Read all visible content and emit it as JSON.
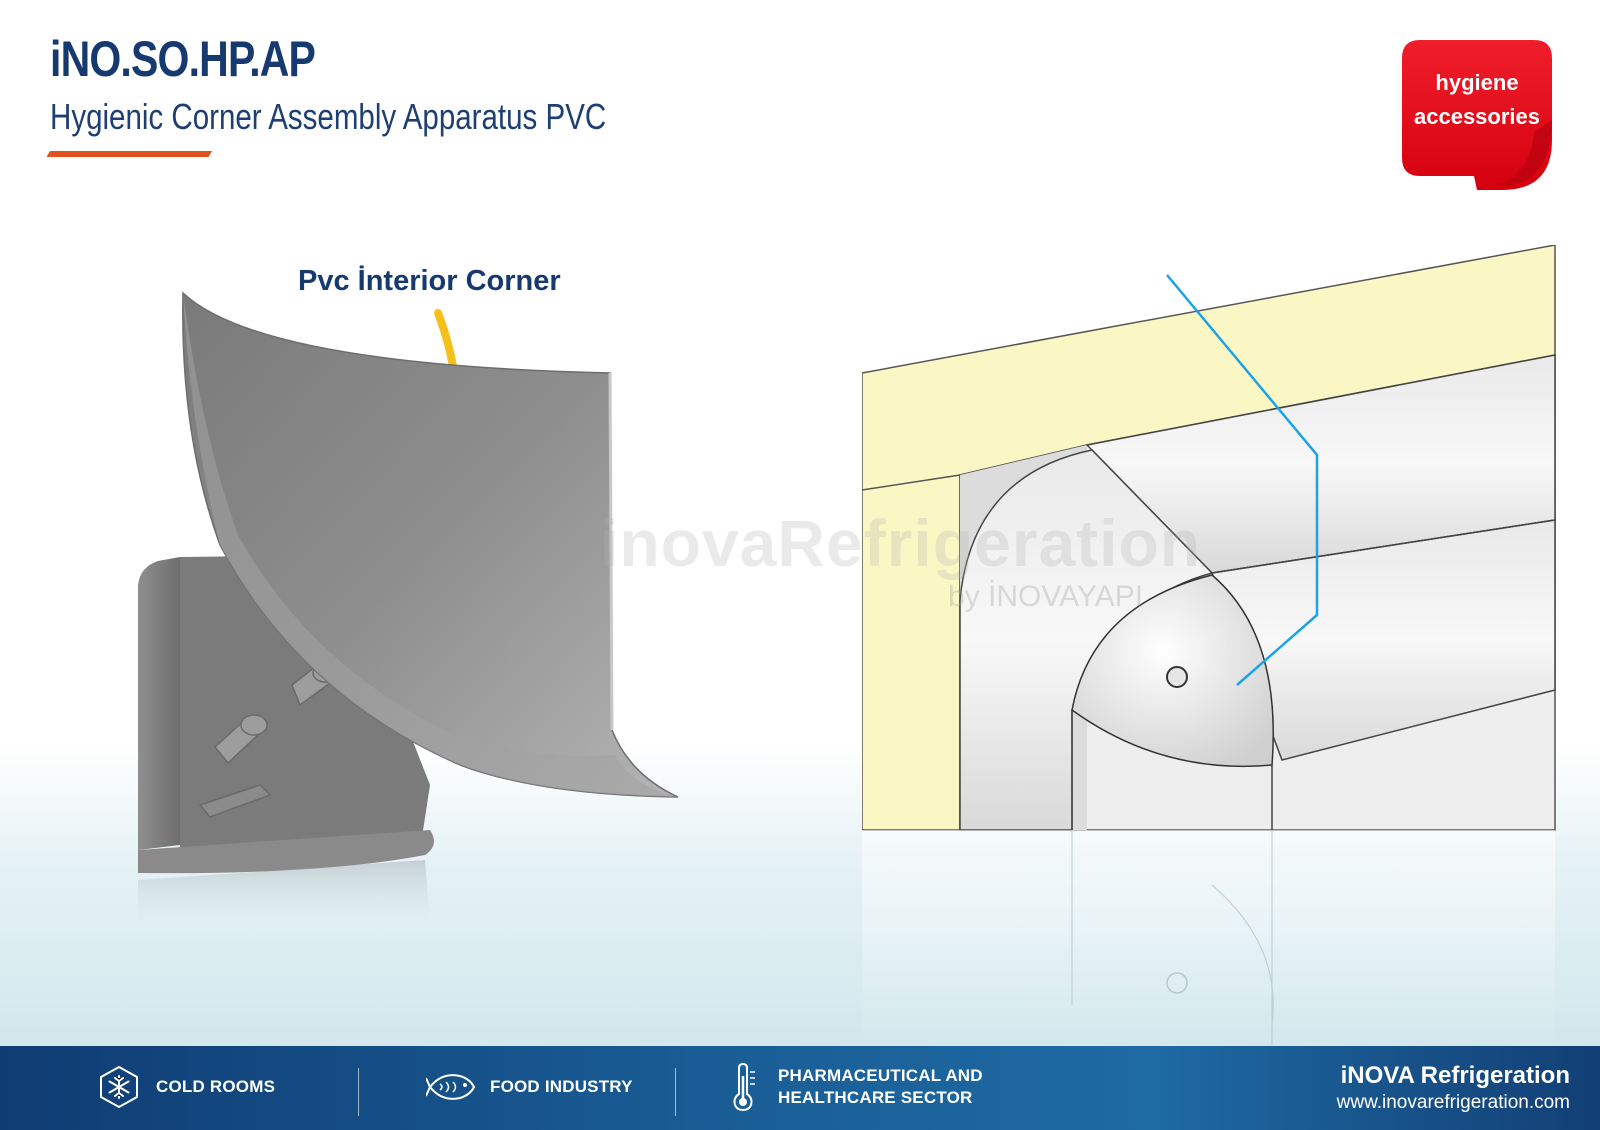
{
  "header": {
    "code": "iNO.SO.HP.AP",
    "subtitle": "Hygienic Corner Assembly Apparatus PVC"
  },
  "badge": {
    "line1": "hygiene",
    "line2": "accessories",
    "color": "#e30613"
  },
  "product": {
    "label": "Pvc İnterior Corner"
  },
  "watermark": {
    "main": "inovaRefrigeration",
    "sub": "by İNOVAYAPI"
  },
  "footer": {
    "items": [
      {
        "icon": "snowflake-icon",
        "label": "COLD ROOMS"
      },
      {
        "icon": "fish-icon",
        "label": "FOOD INDUSTRY"
      },
      {
        "icon": "thermometer-icon",
        "label_line1": "PHARMACEUTICAL AND",
        "label_line2": "HEALTHCARE SECTOR"
      }
    ],
    "brand_name": "iNOVA Refrigeration",
    "brand_url": "www.inovarefrigeration.com"
  },
  "colors": {
    "navy": "#163a70",
    "accent_orange": "#e0521e",
    "arrow_yellow": "#f6bf1a",
    "leader_line_blue": "#1aa3e8",
    "insulation_yellow": "#fbf7c4"
  }
}
